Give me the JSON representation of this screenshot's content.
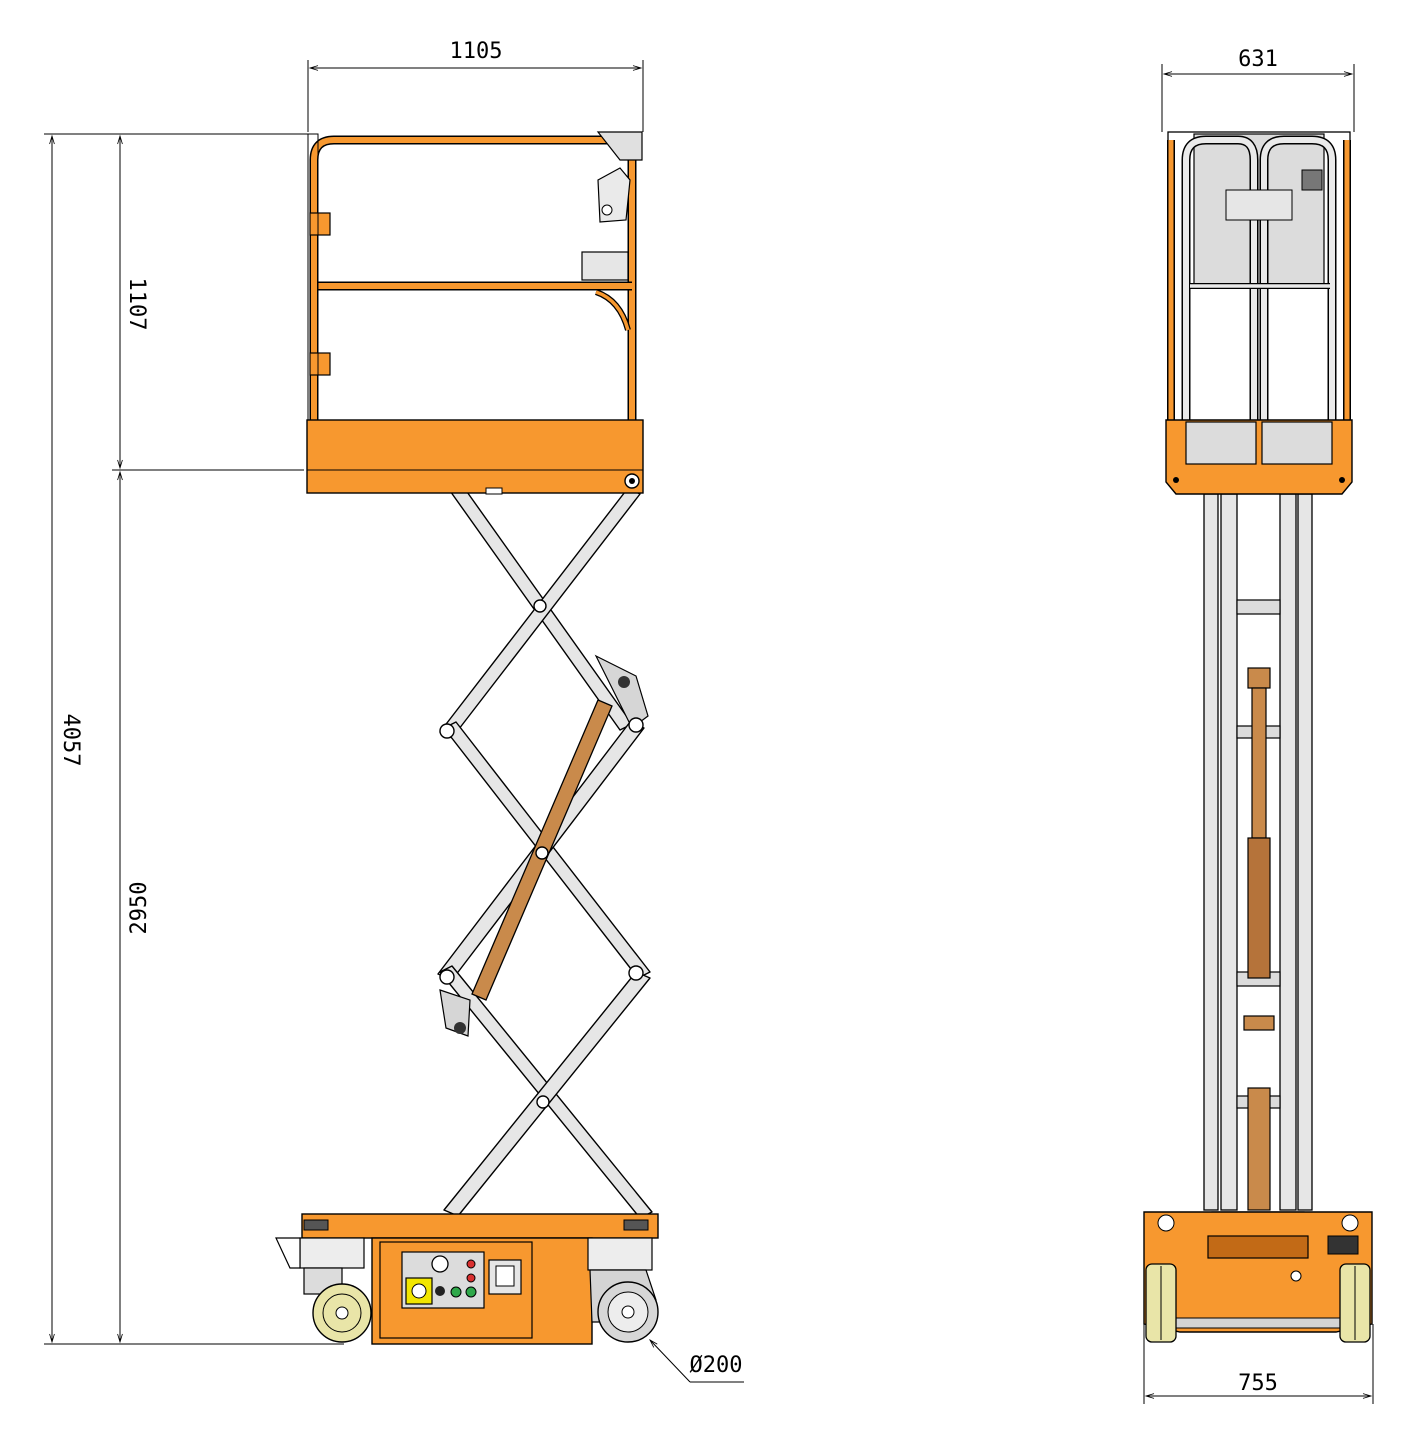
{
  "dimensions": {
    "side_width": "1105",
    "platform_height": "1107",
    "total_height": "4057",
    "lift_height": "2950",
    "wheel_diameter": "Ø200",
    "front_platform_width": "631",
    "front_base_width": "755"
  },
  "colors": {
    "orange": "#F7982F",
    "orange_dark": "#C26A16",
    "steel": "#E6E6E6",
    "steel_dark": "#BDBDBD",
    "wheel_yellow": "#E9E5A8",
    "outline": "#000000"
  }
}
